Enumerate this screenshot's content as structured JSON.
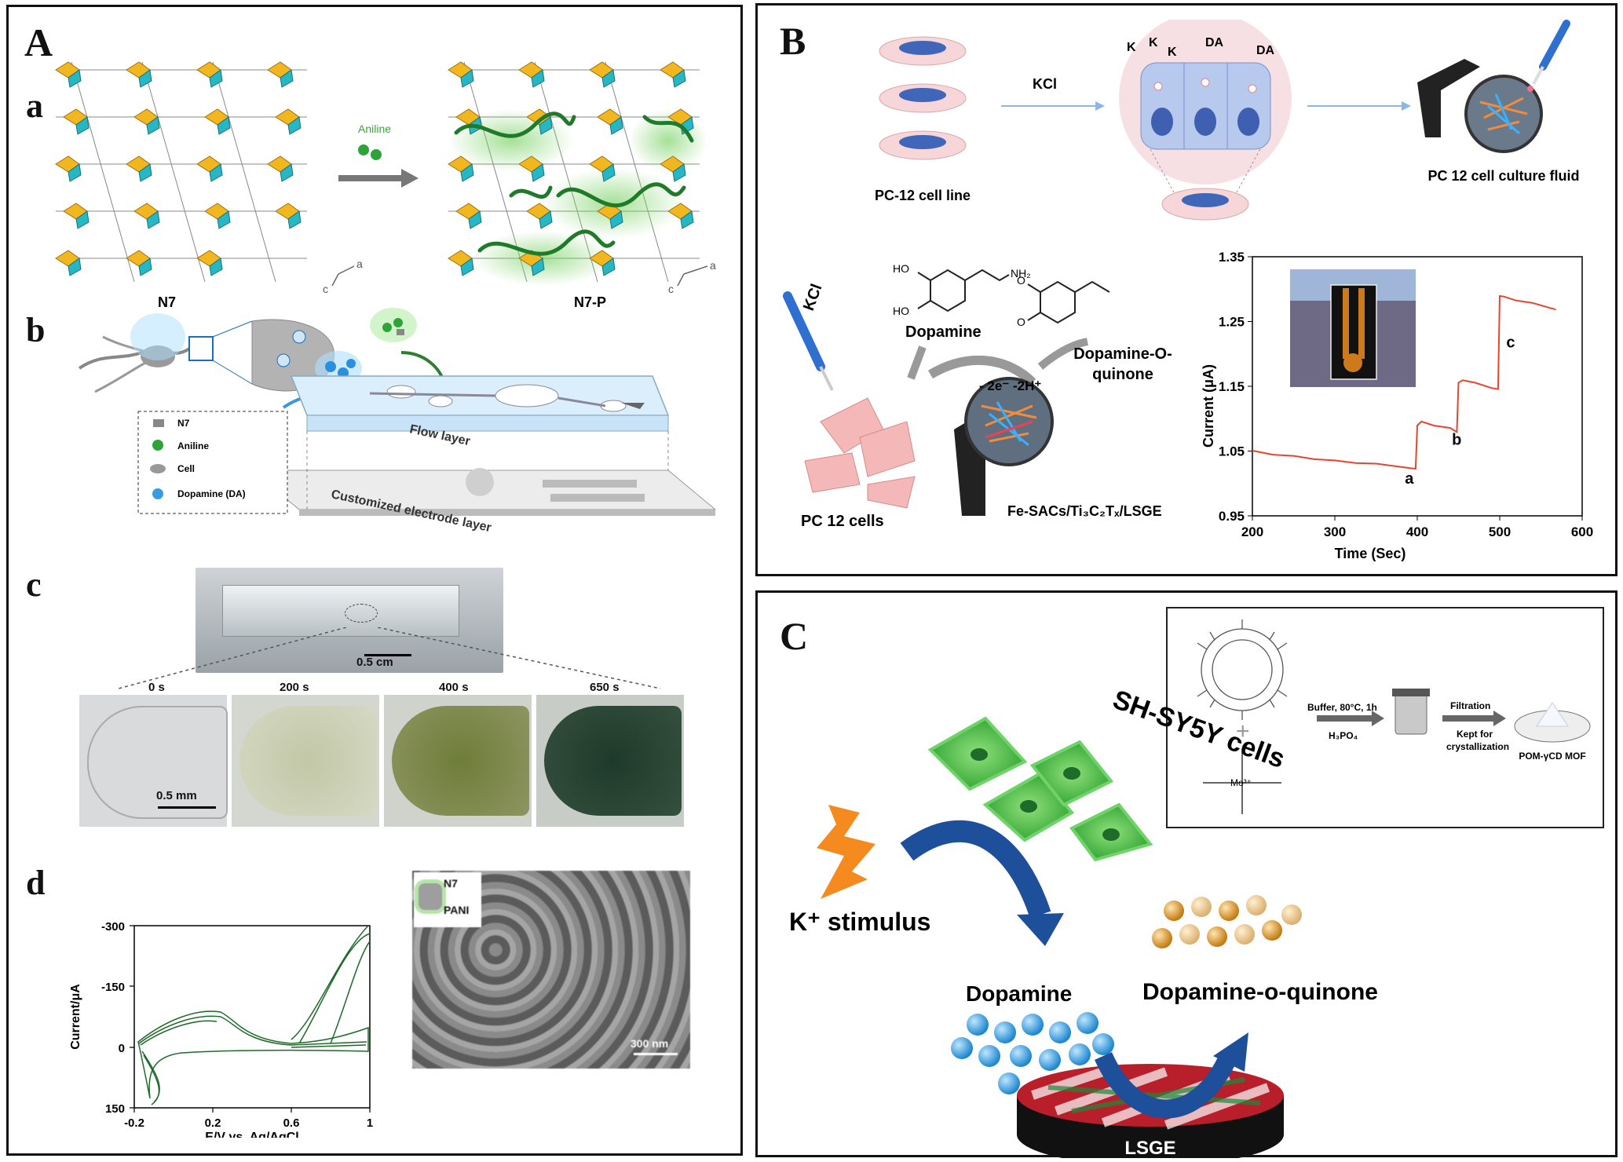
{
  "panels": {
    "A": {
      "letter": "A",
      "a": {
        "letter": "a",
        "left_label": "N7",
        "right_label": "N7-P",
        "arrow_label": "Aniline",
        "axis_a": "a",
        "axis_c": "c"
      },
      "b": {
        "letter": "b",
        "legend": [
          "N7",
          "Aniline",
          "Cell",
          "Dopamine (DA)"
        ],
        "flow_layer": "Flow layer",
        "electrode_layer": "Customized electrode layer"
      },
      "c": {
        "letter": "c",
        "scale_top": "0.5 cm",
        "scale_bottom": "0.5 mm",
        "times": [
          "0 s",
          "200 s",
          "400 s",
          "650 s"
        ]
      },
      "d": {
        "letter": "d",
        "ylabel": "Current/μA",
        "xlabel": "E/V vs. Ag/AgCl",
        "yticks": [
          "-300",
          "-150",
          "0",
          "150"
        ],
        "xticks": [
          "-0.2",
          "0.2",
          "0.6",
          "1"
        ],
        "inset_labels": [
          "N7",
          "PANI"
        ],
        "sem_scale": "300 nm"
      }
    },
    "B": {
      "letter": "B",
      "top": {
        "kcl": "KCl",
        "cell_line": "PC-12 cell line",
        "k_labels": [
          "K",
          "K",
          "K"
        ],
        "da_labels": [
          "DA",
          "DA"
        ],
        "culture_fluid": "PC 12 cell culture fluid"
      },
      "bottom": {
        "kcl": "KCl",
        "dopamine": "Dopamine",
        "nh2": "NH₂",
        "ho1": "HO",
        "ho2": "HO",
        "o1": "O",
        "o2": "O",
        "reaction": "- 2e⁻ -2H⁺",
        "quinone": "Dopamine-O-",
        "quinone2": "quinone",
        "pc12": "PC 12 cells",
        "electrode": "Fe-SACs/Ti₃C₂Tₓ/LSGE"
      }
    },
    "C": {
      "letter": "C",
      "cells": "SH-SY5Y cells",
      "stimulus": "K⁺ stimulus",
      "dopamine": "Dopamine",
      "quinone": "Dopamine-o-quinone",
      "electrode": "LSGE",
      "synthesis": {
        "step1": "Buffer, 80°C, 1h",
        "reagent": "H₃PO₄",
        "step2": "Filtration",
        "step3a": "Kept for",
        "step3b": "crystallization",
        "product": "POM-γCD MOF",
        "mo": "Mo³⁺",
        "plus": "+"
      }
    }
  },
  "chart_data": {
    "type": "line",
    "title": "",
    "xlabel": "Time (Sec)",
    "ylabel": "Current (μA)",
    "xlim": [
      200,
      600
    ],
    "ylim": [
      0.95,
      1.35
    ],
    "xticks": [
      200,
      300,
      400,
      500,
      600
    ],
    "yticks": [
      0.95,
      1.05,
      1.15,
      1.25,
      1.35
    ],
    "grid": false,
    "color": "#e8452f",
    "series": [
      {
        "x": [
          200,
          225,
          250,
          275,
          300,
          325,
          350,
          375,
          398,
          400,
          405,
          420,
          440,
          448,
          450,
          455,
          470,
          490,
          498,
          500,
          505,
          520,
          540,
          560,
          568
        ],
        "y": [
          1.05,
          1.045,
          1.042,
          1.038,
          1.035,
          1.032,
          1.03,
          1.027,
          1.022,
          1.09,
          1.095,
          1.09,
          1.085,
          1.08,
          1.155,
          1.16,
          1.155,
          1.148,
          1.145,
          1.29,
          1.288,
          1.283,
          1.278,
          1.272,
          1.268
        ]
      }
    ],
    "annotations": [
      {
        "label": "a",
        "x": 385,
        "y": 1.0
      },
      {
        "label": "b",
        "x": 442,
        "y": 1.06
      },
      {
        "label": "c",
        "x": 508,
        "y": 1.21
      }
    ]
  }
}
